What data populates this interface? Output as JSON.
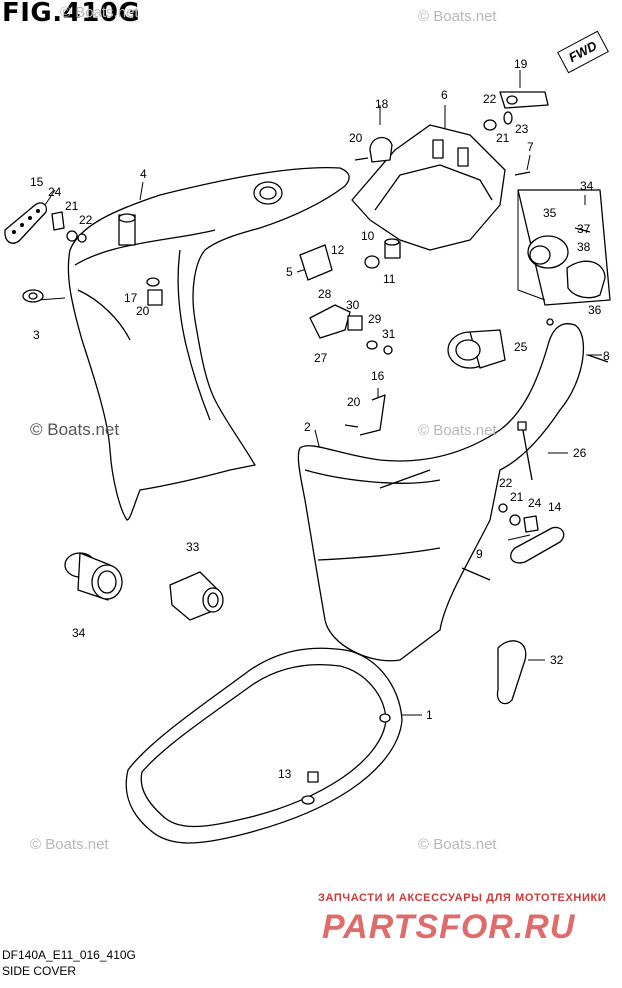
{
  "figure": {
    "title": "FIG.410G",
    "model_code": "DF140A_E11_016_410G",
    "subtitle": "SIDE COVER",
    "fwd_label": "FWD"
  },
  "watermarks": {
    "site": "© Boats.net",
    "promo_text": "ЗАПЧАСТИ И АКСЕССУАРЫ ДЛЯ МОТОТЕХНИКИ",
    "promo_brand": "PARTSFOR.RU",
    "promo_color": "#d03838"
  },
  "callouts": [
    {
      "id": "c1",
      "label": "1"
    },
    {
      "id": "c2",
      "label": "2"
    },
    {
      "id": "c3",
      "label": "3"
    },
    {
      "id": "c4",
      "label": "4"
    },
    {
      "id": "c5",
      "label": "5"
    },
    {
      "id": "c6",
      "label": "6"
    },
    {
      "id": "c7",
      "label": "7"
    },
    {
      "id": "c8",
      "label": "8"
    },
    {
      "id": "c9",
      "label": "9"
    },
    {
      "id": "c10",
      "label": "10"
    },
    {
      "id": "c11",
      "label": "11"
    },
    {
      "id": "c12",
      "label": "12"
    },
    {
      "id": "c13",
      "label": "13"
    },
    {
      "id": "c14",
      "label": "14"
    },
    {
      "id": "c15",
      "label": "15"
    },
    {
      "id": "c16",
      "label": "16"
    },
    {
      "id": "c17",
      "label": "17"
    },
    {
      "id": "c18",
      "label": "18"
    },
    {
      "id": "c19",
      "label": "19"
    },
    {
      "id": "c20a",
      "label": "20"
    },
    {
      "id": "c20b",
      "label": "20"
    },
    {
      "id": "c20c",
      "label": "20"
    },
    {
      "id": "c21a",
      "label": "21"
    },
    {
      "id": "c21b",
      "label": "21"
    },
    {
      "id": "c21c",
      "label": "21"
    },
    {
      "id": "c22a",
      "label": "22"
    },
    {
      "id": "c22b",
      "label": "22"
    },
    {
      "id": "c22c",
      "label": "22"
    },
    {
      "id": "c23",
      "label": "23"
    },
    {
      "id": "c24a",
      "label": "24"
    },
    {
      "id": "c24b",
      "label": "24"
    },
    {
      "id": "c25",
      "label": "25"
    },
    {
      "id": "c26",
      "label": "26"
    },
    {
      "id": "c27",
      "label": "27"
    },
    {
      "id": "c28",
      "label": "28"
    },
    {
      "id": "c29",
      "label": "29"
    },
    {
      "id": "c30",
      "label": "30"
    },
    {
      "id": "c31",
      "label": "31"
    },
    {
      "id": "c32",
      "label": "32"
    },
    {
      "id": "c33",
      "label": "33"
    },
    {
      "id": "c34a",
      "label": "34"
    },
    {
      "id": "c34b",
      "label": "34"
    },
    {
      "id": "c35",
      "label": "35"
    },
    {
      "id": "c36",
      "label": "36"
    },
    {
      "id": "c37",
      "label": "37"
    },
    {
      "id": "c38",
      "label": "38"
    }
  ]
}
